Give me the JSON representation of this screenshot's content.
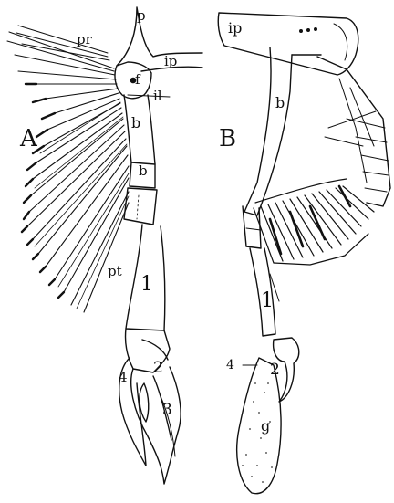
{
  "figure": {
    "panel_a": {
      "letter": "A",
      "labels": {
        "p": "p",
        "pr": "pr",
        "ip": "ip",
        "f": "f",
        "il": "il",
        "b_upper": "b",
        "b_lower": "b",
        "pt": "pt",
        "one": "1",
        "two": "2",
        "three": "3",
        "four": "4"
      }
    },
    "panel_b": {
      "letter": "B",
      "labels": {
        "ip": "ip",
        "b": "b",
        "one": "1",
        "two": "2",
        "four": "4",
        "g": "g"
      }
    },
    "colors": {
      "ink": "#111111",
      "paper": "#ffffff"
    }
  }
}
